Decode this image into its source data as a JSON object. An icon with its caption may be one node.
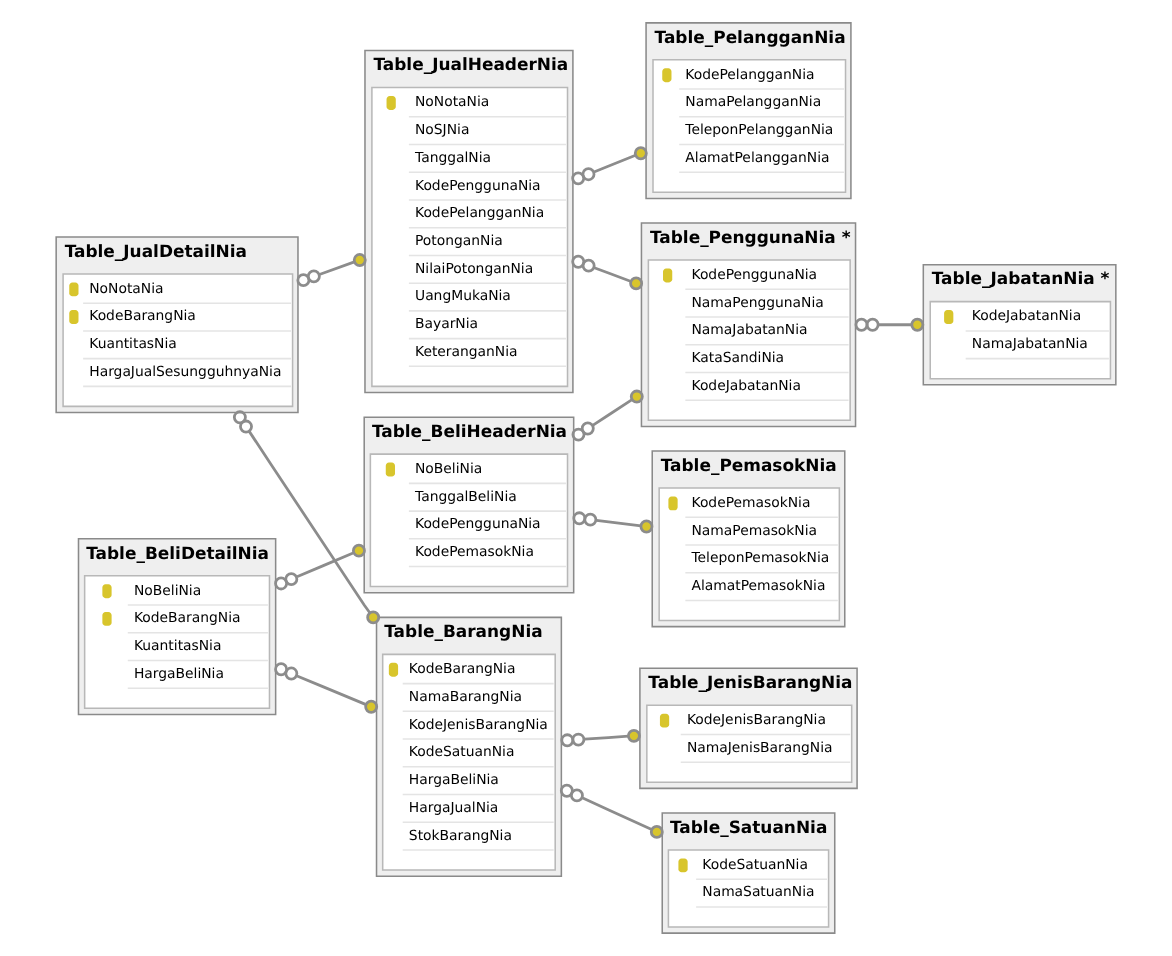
{
  "diagram": {
    "nodes": [
      {
        "text": [
          "Table_JualDetailNia",
          "NoNotaNia",
          "KodeBarangNia",
          "KuantitasNia",
          "HargaJualSesungguhnyaNia"
        ]
      },
      {
        "text": [
          "Table_JualHeaderNia",
          "NoNotaNia",
          "NoSJNia",
          "TanggalNia",
          "KodePenggunaNia",
          "KodePelangganNia",
          "PotonganNia",
          "NilaiPotonganNia",
          "UangMukaNia",
          "BayarNia",
          "KeteranganNia"
        ]
      },
      {
        "text": [
          "Table_PelangganNia",
          "KodePelangganNia",
          "NamaPelangganNia",
          "TeleponPelangganNia",
          "AlamatPelangganNia"
        ]
      },
      {
        "text": [
          "Table_BarangNia",
          "KodeBarangNia",
          "NamaBarangNia",
          "KodeJenisBarangNia",
          "KodeSatuanNia",
          "HargaBeliNia",
          "HargaJualNia",
          "StokBarangNia"
        ]
      },
      {
        "text": [
          "Table_JenisBarangNia",
          "KodeJenisBarangNia",
          "NamaJenisBarangNia"
        ]
      },
      {
        "text": [
          "Table_BeliDetailNia",
          "NoBeliNia",
          "KodeBarangNia",
          "KuantitasNia",
          "HargaBeliNia"
        ]
      },
      {
        "text": [
          "Table_PenggunaNia *",
          "KodePenggunaNia",
          "NamaPenggunaNia",
          "NamaJabatanNia",
          "KataSandiNia",
          "KodeJabatanNia"
        ]
      },
      {
        "text": [
          "Table_SatuanNia",
          "KodeSatuanNia",
          "NamaSatuanNia"
        ]
      },
      {
        "text": [
          "Table_BeliHeaderNia",
          "NoBeliNia",
          "TanggalBeliNia",
          "KodePenggunaNia",
          "KodePemasokNia"
        ]
      },
      {
        "text": [
          "Table_PemasokNia",
          "KodePemasokNia",
          "NamaPemasokNia",
          "TeleponPemasokNia",
          "AlamatPemasokNia"
        ]
      },
      {
        "text": [
          "Table_JabatanNia *",
          "KodeJabatanNia",
          "NamaJabatanNia"
        ]
      }
    ],
    "edges": [
      {
        "from": 0,
        "to": 3,
        "arrow": "other"
      },
      {
        "from": 0,
        "to": 1,
        "arrow": "other"
      },
      {
        "from": 5,
        "to": 3,
        "arrow": "other"
      },
      {
        "from": 3,
        "to": 4,
        "arrow": "other"
      },
      {
        "from": 3,
        "to": 7,
        "arrow": "other"
      },
      {
        "from": 1,
        "to": 2,
        "arrow": "other"
      },
      {
        "from": 1,
        "to": 6,
        "arrow": "other"
      },
      {
        "from": 5,
        "to": 8,
        "arrow": "other"
      },
      {
        "from": 8,
        "to": 6,
        "arrow": "other"
      },
      {
        "from": 6,
        "to": 10,
        "arrow": "other"
      },
      {
        "from": 8,
        "to": 9,
        "arrow": "other"
      }
    ]
  }
}
